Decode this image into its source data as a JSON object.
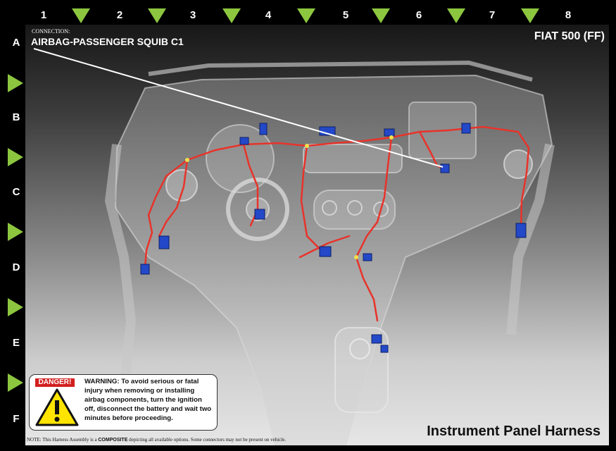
{
  "columns": [
    "1",
    "2",
    "3",
    "4",
    "5",
    "6",
    "7",
    "8"
  ],
  "rows": [
    "A",
    "B",
    "C",
    "D",
    "E",
    "F"
  ],
  "connection_caption": "CONNECTION:",
  "connection_name": "AIRBAG-PASSENGER SQUIB C1",
  "vehicle_model": "FIAT 500 (FF)",
  "diagram_title": "Instrument Panel Harness",
  "note_prefix": "NOTE:",
  "note_mid_a": " This Harness Assembly is a ",
  "note_bold": "COMPOSITE",
  "note_mid_b": " depicting all available options. Some connectors may not be present on vehicle.",
  "warning": {
    "danger_label": "DANGER!",
    "text": "WARNING: To avoid serious or fatal injury when removing or installing airbag components, turn the ignition off, disconnect the battery and wait two minutes before proceeding."
  },
  "colors": {
    "frame": "#000000",
    "ruler_marker": "#8cc63f",
    "harness": "#e8332a",
    "connector": "#2348c8",
    "danger": "#d21f1f",
    "warning_symbol": "#ffe400",
    "leader_line": "#ffffff"
  }
}
